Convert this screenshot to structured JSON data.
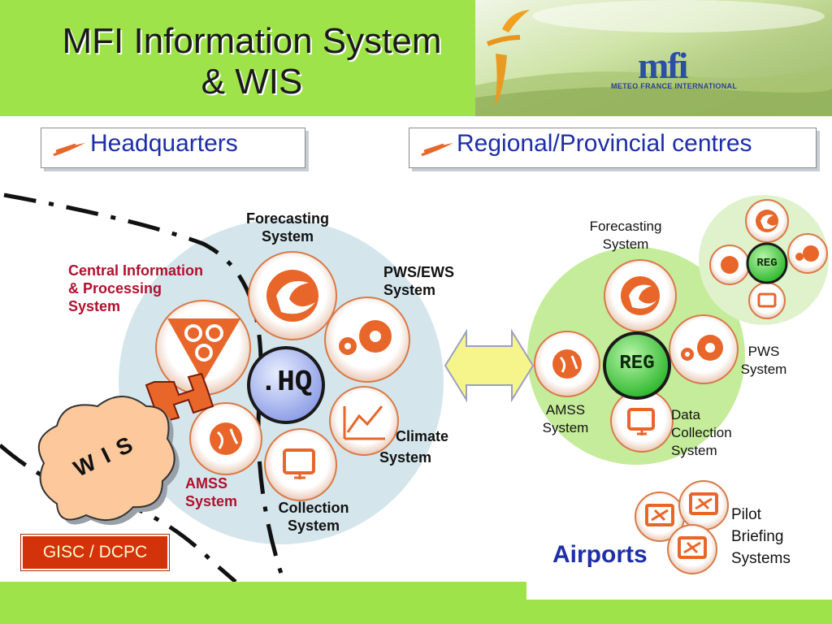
{
  "header": {
    "title": "MFI Information System\n& WIS",
    "logo_text": "mfi",
    "logo_subtitle": "METEO FRANCE INTERNATIONAL"
  },
  "sections": {
    "headquarters": "Headquarters",
    "regional": "Regional/Provincial centres"
  },
  "hq": {
    "hub_label": ".HQ",
    "forecasting": "Forecasting\nSystem",
    "pws_ews": "PWS/EWS\nSystem",
    "central": "Central Information\n& Processing\nSystem",
    "climate": "Climate",
    "climate_system": "System",
    "collection": "Collection\nSystem",
    "amss": "AMSS\nSystem",
    "wis": "W I S",
    "gisc": "GISC / DCPC"
  },
  "regional": {
    "hub_label": "REG",
    "small_hub_label": "REG",
    "forecasting": "Forecasting\nSystem",
    "pws": "PWS\nSystem",
    "amss": "AMSS\nSystem",
    "data_collection": "Data\nCollection\nSystem"
  },
  "airports": {
    "label": "Airports",
    "pilot": "Pilot\nBriefing\nSystems"
  },
  "colors": {
    "header_green": "#9ee34a",
    "node_orange": "#e8662a",
    "title_blue": "#1d2ea8",
    "label_red": "#b0102e",
    "hq_hub": "#aab8f0",
    "reg_hub": "#3cc83c"
  },
  "icons": [
    "forecast-swirl-icon",
    "gears-icon",
    "chart-icon",
    "computer-icon",
    "globe-arrows-icon",
    "triangle-circles-icon",
    "pencil-stroke-icon"
  ]
}
